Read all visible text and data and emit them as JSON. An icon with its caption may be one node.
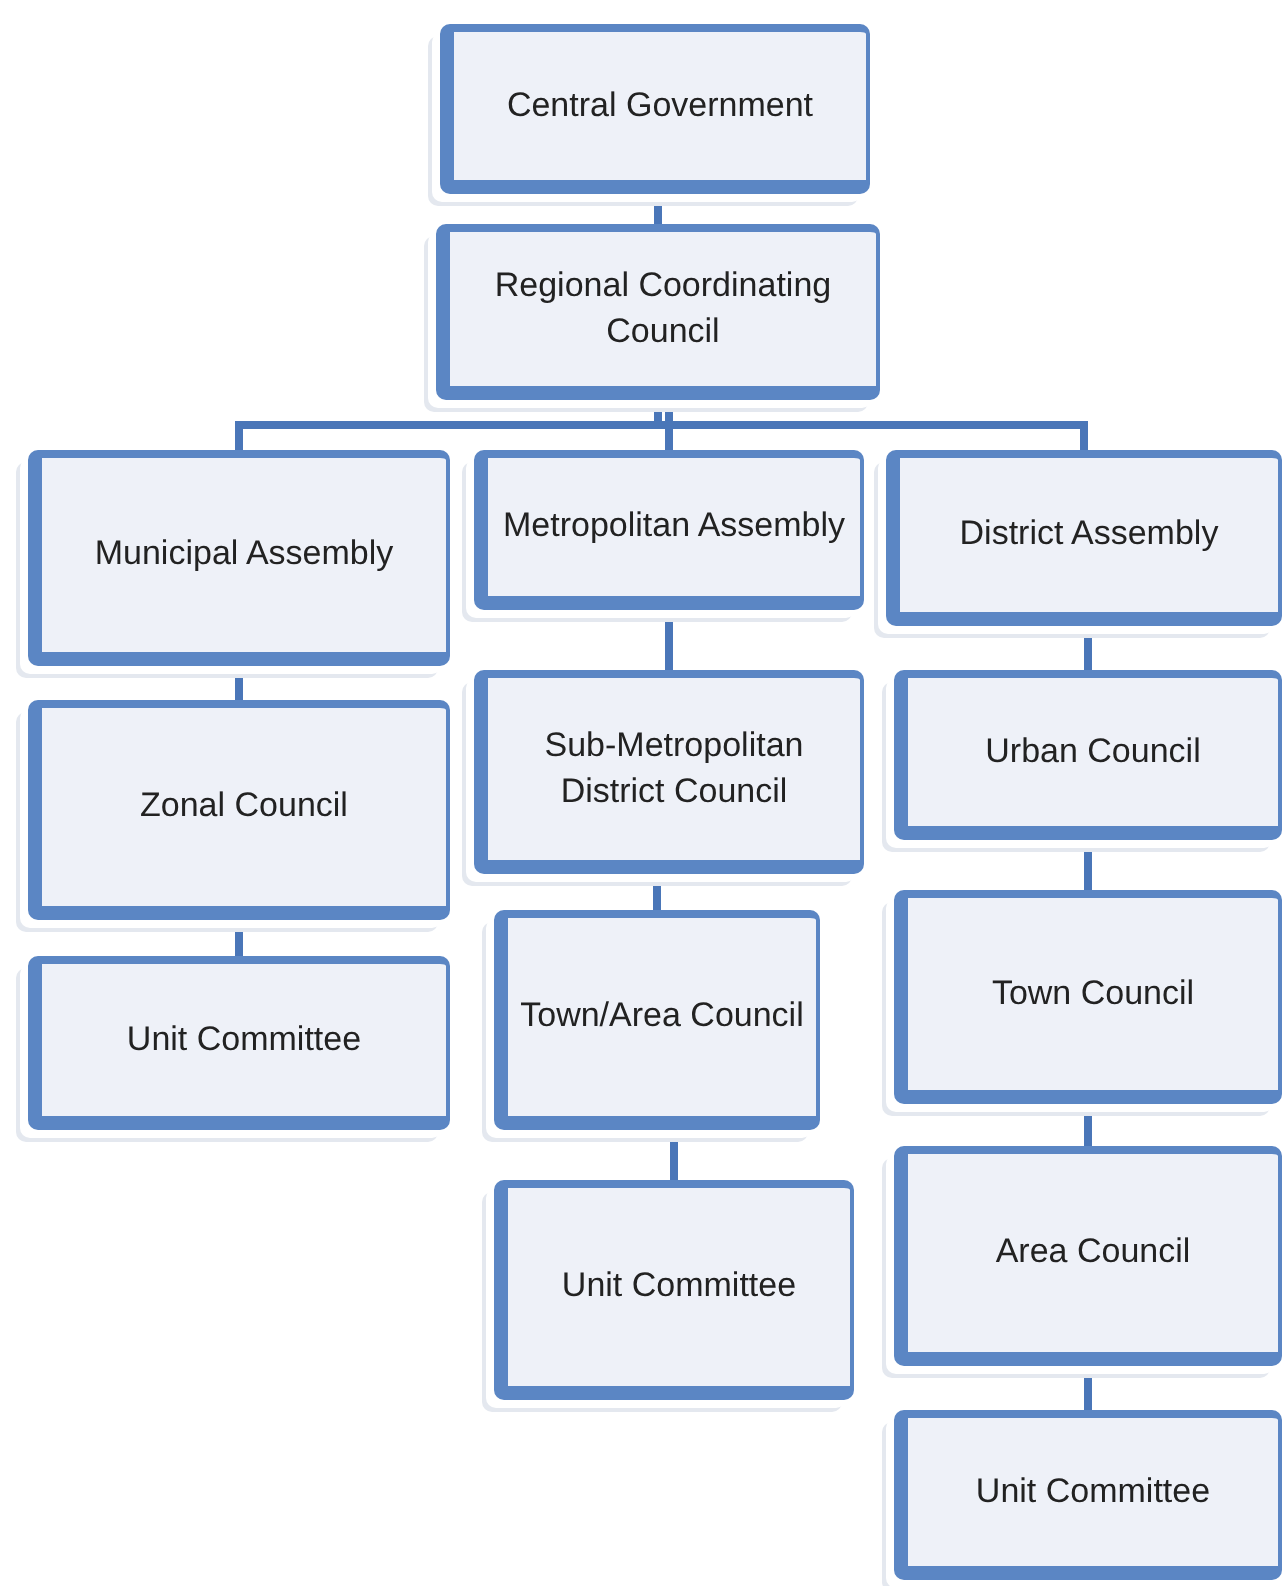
{
  "diagram": {
    "nodes": [
      {
        "text": [
          "Central Government"
        ]
      },
      {
        "text": [
          "Regional Coordinating Council"
        ]
      },
      {
        "text": [
          "Municipal Assembly"
        ]
      },
      {
        "text": [
          "Metropolitan Assembly"
        ]
      },
      {
        "text": [
          "District Assembly"
        ]
      },
      {
        "text": [
          "Zonal Council"
        ]
      },
      {
        "text": [
          "Unit Committee"
        ]
      },
      {
        "text": [
          "Sub-Metropolitan District Council"
        ]
      },
      {
        "text": [
          "Town/Area Council"
        ]
      },
      {
        "text": [
          "Unit Committee"
        ]
      },
      {
        "text": [
          "Urban Council"
        ]
      },
      {
        "text": [
          "Town Council"
        ]
      },
      {
        "text": [
          "Area Council"
        ]
      },
      {
        "text": [
          "Unit Committee"
        ]
      }
    ],
    "edges": [
      {
        "from": 0,
        "to": 1,
        "arrow": "none"
      },
      {
        "from": 1,
        "to": 2,
        "arrow": "none"
      },
      {
        "from": 1,
        "to": 3,
        "arrow": "none"
      },
      {
        "from": 1,
        "to": 4,
        "arrow": "none"
      },
      {
        "from": 2,
        "to": 5,
        "arrow": "none"
      },
      {
        "from": 5,
        "to": 6,
        "arrow": "none"
      },
      {
        "from": 3,
        "to": 7,
        "arrow": "none"
      },
      {
        "from": 7,
        "to": 8,
        "arrow": "none"
      },
      {
        "from": 8,
        "to": 9,
        "arrow": "none"
      },
      {
        "from": 4,
        "to": 10,
        "arrow": "none"
      },
      {
        "from": 10,
        "to": 11,
        "arrow": "none"
      },
      {
        "from": 11,
        "to": 12,
        "arrow": "none"
      },
      {
        "from": 12,
        "to": 13,
        "arrow": "none"
      }
    ]
  }
}
